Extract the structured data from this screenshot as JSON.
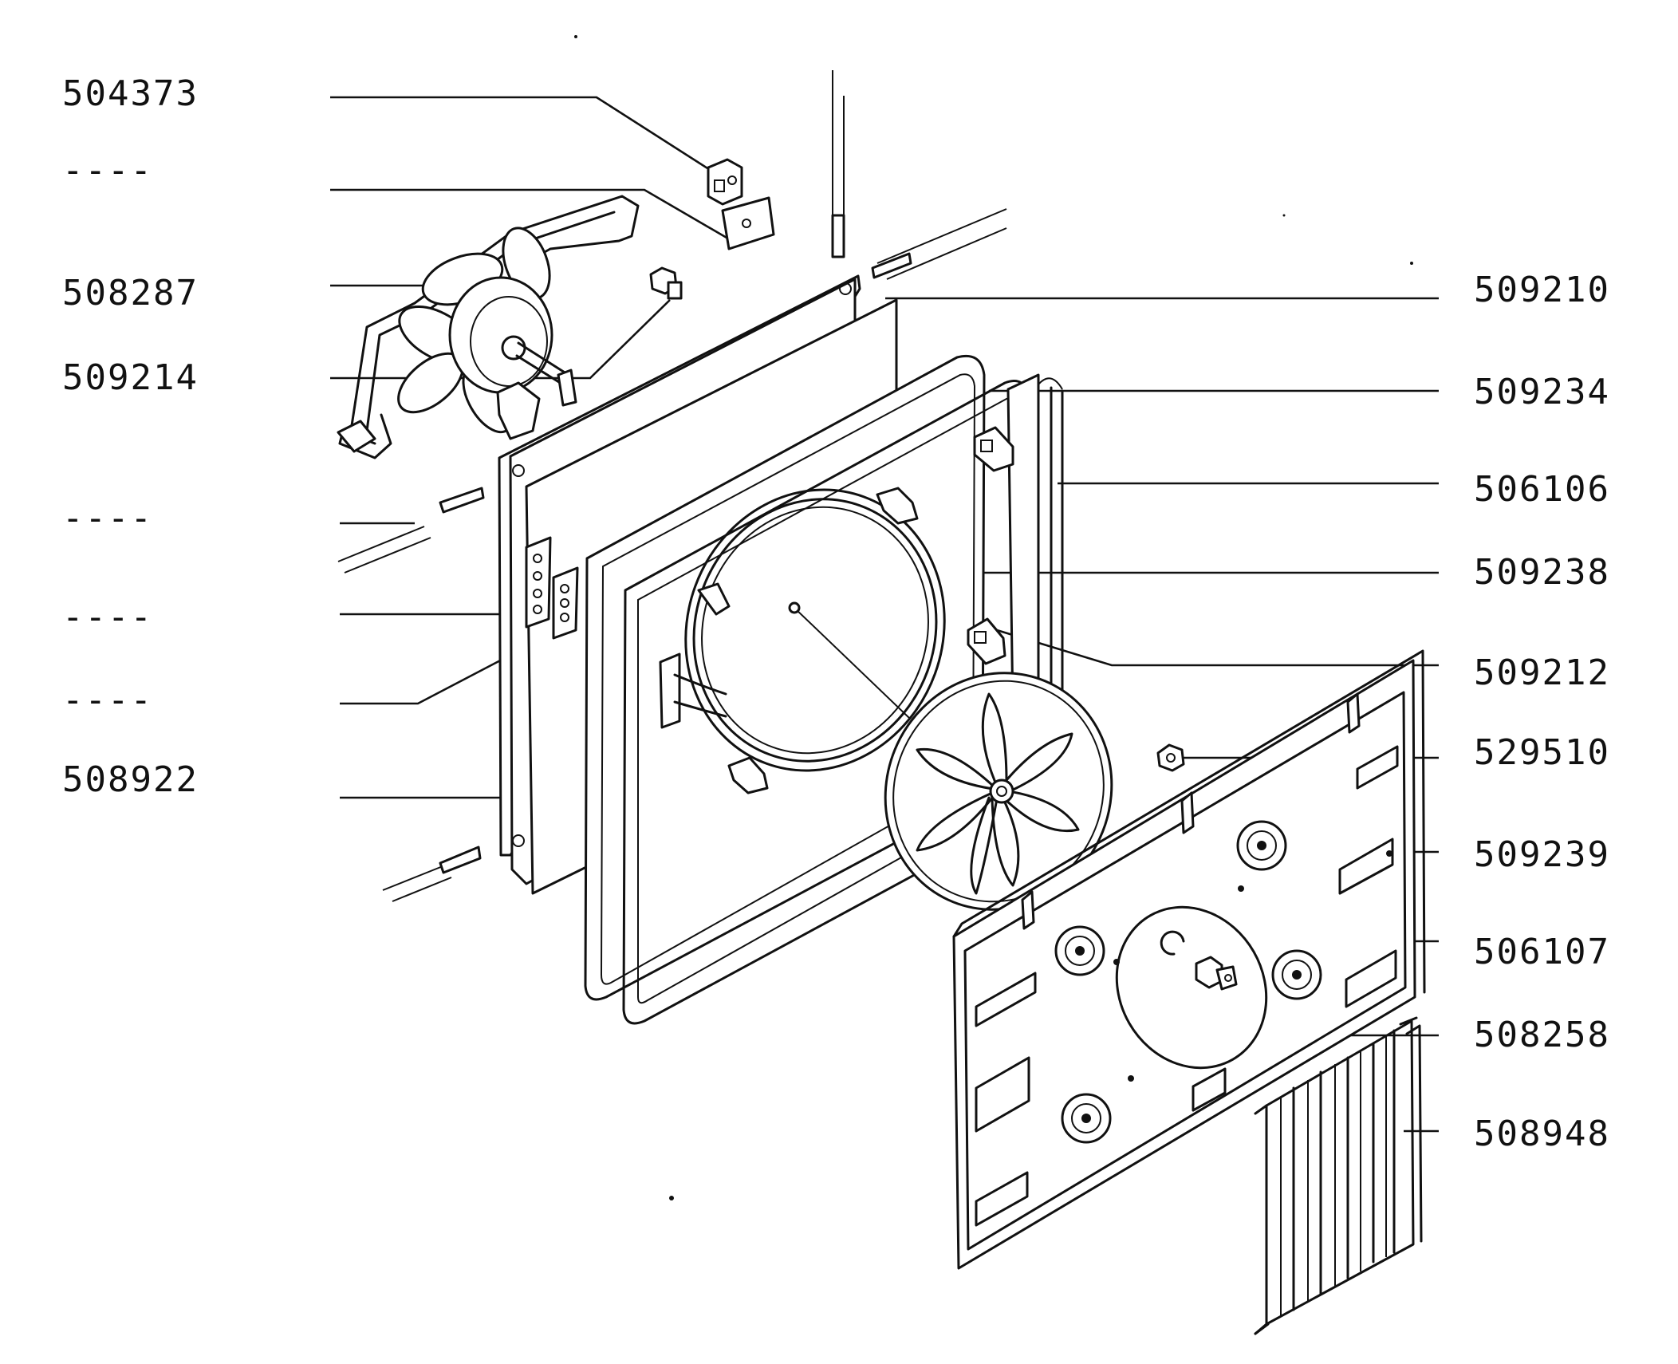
{
  "callouts_left": [
    {
      "text": "504373"
    },
    {
      "text": "----"
    },
    {
      "text": "508287"
    },
    {
      "text": "509214"
    },
    {
      "text": "----"
    },
    {
      "text": "----"
    },
    {
      "text": "----"
    },
    {
      "text": "508922"
    }
  ],
  "callouts_right": [
    {
      "text": "509210"
    },
    {
      "text": "509234"
    },
    {
      "text": "506106"
    },
    {
      "text": "509238"
    },
    {
      "text": "509212"
    },
    {
      "text": "529510"
    },
    {
      "text": "509239"
    },
    {
      "text": "506107"
    },
    {
      "text": "508258"
    },
    {
      "text": "508948"
    }
  ],
  "colors": {
    "ink": "#111111",
    "paper": "#ffffff"
  }
}
